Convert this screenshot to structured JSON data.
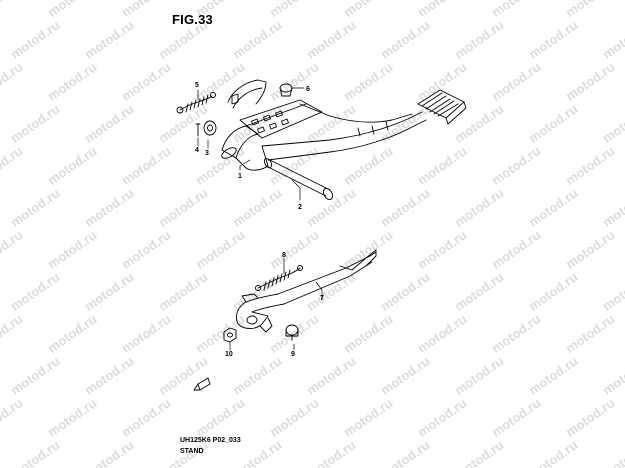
{
  "figure": {
    "title": "FIG.33",
    "code": "UH125K6 P02_033",
    "caption": "STAND"
  },
  "watermark": {
    "text": "motod.ru"
  },
  "callouts": [
    "1",
    "2",
    "3",
    "4",
    "5",
    "6",
    "7",
    "8",
    "9",
    "10"
  ],
  "colors": {
    "line": "#000000",
    "watermark": "#dcdcdc",
    "background": "#ffffff"
  }
}
